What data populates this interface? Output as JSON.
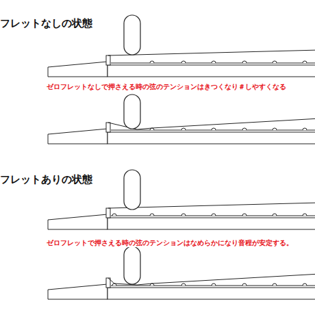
{
  "diagram": {
    "labels": [
      "フレットなしの状態",
      "ゼロフレットなしで押さえる時の弦のテンションはきつくなり＃しやすくなる",
      "フレットありの状態",
      "ゼロフレットで押さえる時の弦のテンションはなめらかになり音程が安定する。"
    ]
  }
}
